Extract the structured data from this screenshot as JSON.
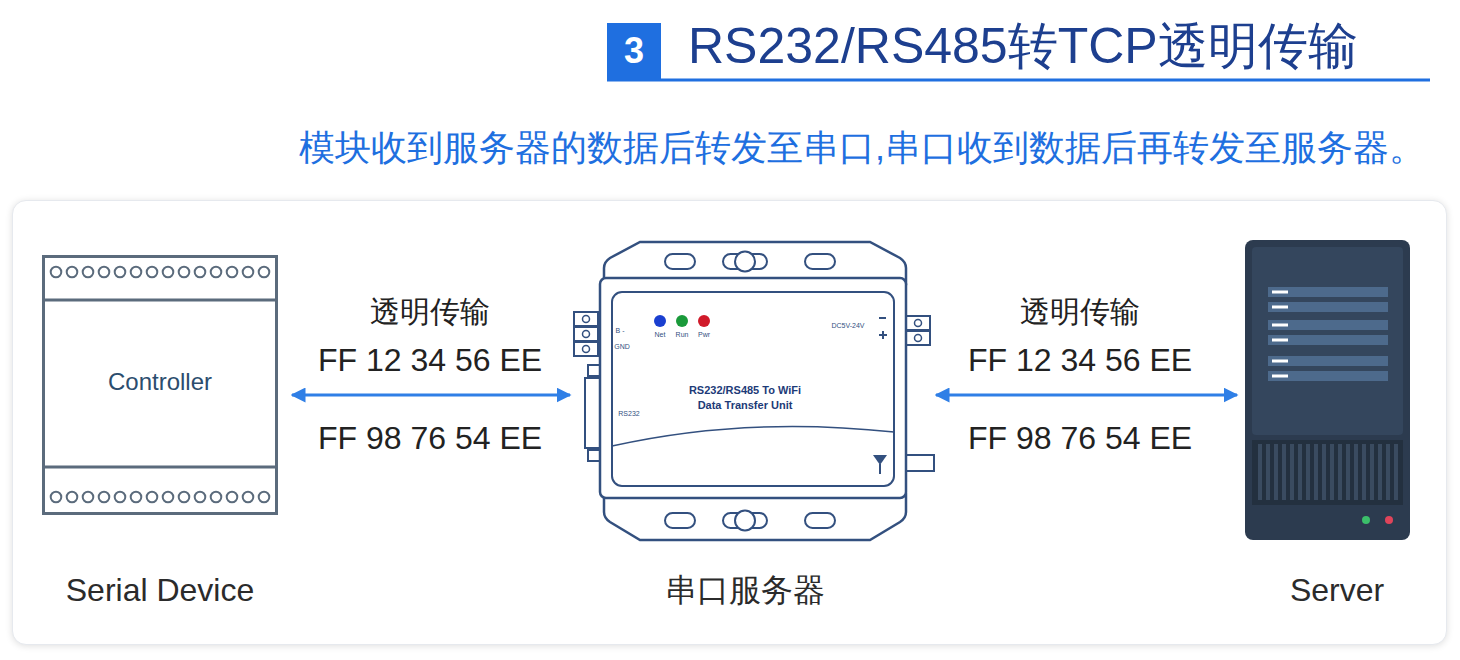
{
  "diagram": {
    "title": "RS232/RS485转TCP透明传输",
    "caption": "模块收到服务器的数据后转发至串口,串口收到数据后再转发至服务器。",
    "nodes": [
      {
        "text": [
          "Controller",
          "Serial Device"
        ]
      },
      {
        "text": [
          "RS232/RS485 To WiFi Data Transfer Unit",
          "串口服务器"
        ]
      },
      {
        "text": [
          "Server"
        ]
      }
    ],
    "edges": [
      {
        "from": 0,
        "to": 1,
        "arrow": "both"
      },
      {
        "from": 1,
        "to": 2,
        "arrow": "both"
      }
    ],
    "labels": [
      "3",
      "透明传输",
      "FF 12 34 56 EE",
      "FF 98 76 54 EE",
      "透明传输",
      "FF 12 34 56 EE",
      "FF 98 76 54 EE",
      "Net",
      "Run",
      "Pwr",
      "B -",
      "GND",
      "DC5V-24V",
      "RS232"
    ]
  }
}
